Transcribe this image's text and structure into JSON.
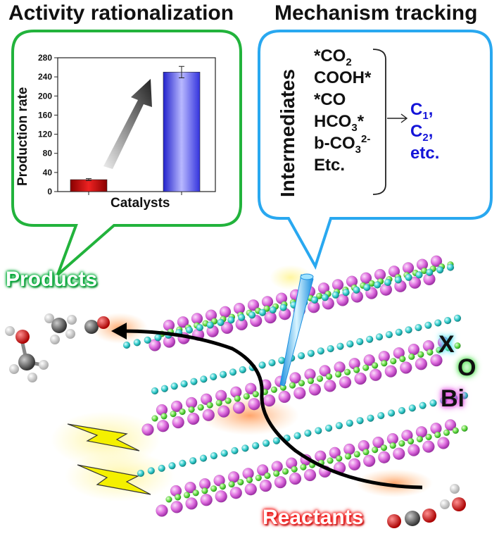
{
  "headings": {
    "left": "Activity rationalization",
    "right": "Mechanism tracking"
  },
  "chart_data": {
    "type": "bar",
    "categories": [
      "",
      ""
    ],
    "values": [
      25,
      250
    ],
    "errors": [
      2,
      12
    ],
    "xlabel": "Catalysts",
    "ylabel": "Production rate",
    "ylim": [
      0,
      280
    ],
    "yticks": [
      "0",
      "40",
      "80",
      "120",
      "160",
      "200",
      "240",
      "280"
    ],
    "yticks_values": [
      0,
      40,
      80,
      120,
      160,
      200,
      240,
      280
    ],
    "bar_colors": [
      "#cc0000",
      "#5555ee"
    ],
    "grid": false
  },
  "intermediates": {
    "title": "Intermediates",
    "items": [
      {
        "main": "*CO",
        "sub": "2",
        "sup": "",
        "tail": ""
      },
      {
        "main": "COOH*",
        "sub": "",
        "sup": "",
        "tail": ""
      },
      {
        "main": "*CO",
        "sub": "",
        "sup": "",
        "tail": ""
      },
      {
        "main": "HCO",
        "sub": "3",
        "sup": "",
        "tail": "*"
      },
      {
        "main": "b-CO",
        "sub": "3",
        "sup": "2-",
        "tail": ""
      },
      {
        "main": "Etc.",
        "sub": "",
        "sup": "",
        "tail": ""
      }
    ],
    "products": [
      {
        "main": "C",
        "sub": "1",
        "tail": ","
      },
      {
        "main": "C",
        "sub": "2",
        "tail": ","
      },
      {
        "main": "etc.",
        "sub": "",
        "tail": ""
      }
    ]
  },
  "labels": {
    "products": "Products",
    "reactants": "Reactants"
  },
  "elements": {
    "x": "X",
    "o": "O",
    "bi": "Bi"
  },
  "colors": {
    "left_bubble": "#22b33c",
    "right_bubble": "#29a8f0",
    "bi_atom": "#e070e0",
    "o_atom": "#66dd44",
    "x_atom": "#33cccc",
    "product_text": "#1414d8"
  }
}
